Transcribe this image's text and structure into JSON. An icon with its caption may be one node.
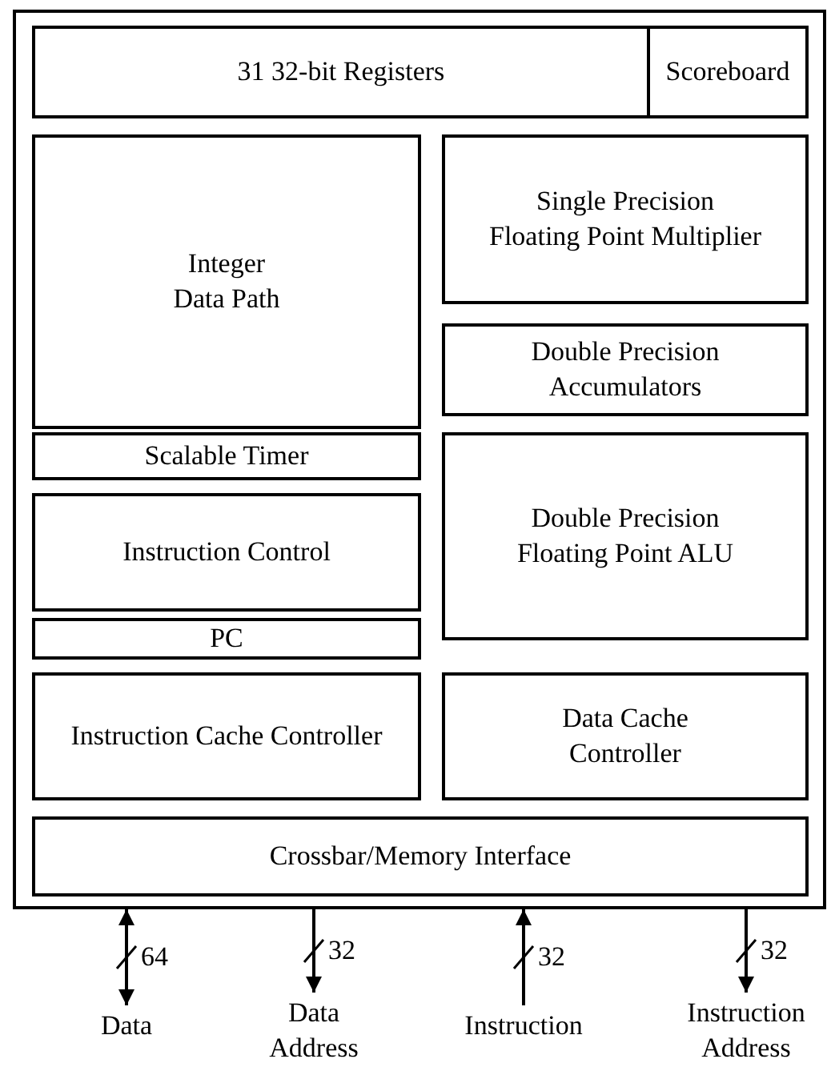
{
  "diagram": {
    "nodes": [
      {
        "text": [],
        "shape": "box"
      },
      {
        "text": [
          "31 32-bit Registers"
        ],
        "in": 0
      },
      {
        "text": [
          "Scoreboard"
        ],
        "in": 0
      },
      {
        "text": [
          "Integer Data Path"
        ],
        "in": 0
      },
      {
        "text": [
          "Single Precision Floating Point Multiplier"
        ],
        "in": 0
      },
      {
        "text": [
          "Double Precision Accumulators"
        ],
        "in": 0
      },
      {
        "text": [
          "Scalable Timer"
        ],
        "in": 0
      },
      {
        "text": [
          "Instruction Control"
        ],
        "in": 0
      },
      {
        "text": [
          "Double Precision Floating Point ALU"
        ],
        "in": 0
      },
      {
        "text": [
          "PC"
        ],
        "in": 0
      },
      {
        "text": [
          "Instruction Cache Controller"
        ],
        "in": 0
      },
      {
        "text": [
          "Data Cache Controller"
        ],
        "in": 0
      },
      {
        "text": [
          "Crossbar/Memory Interface"
        ],
        "in": 0
      },
      {
        "text": [
          "Data"
        ]
      },
      {
        "text": [
          "Data Address"
        ]
      },
      {
        "text": [
          "Instruction"
        ]
      },
      {
        "text": [
          "Instruction Address"
        ]
      }
    ],
    "edges": [
      {
        "from": 0,
        "to": 13,
        "arrow": "both",
        "label": "64"
      },
      {
        "from": 0,
        "to": 14,
        "arrow": "to",
        "label": "32"
      },
      {
        "from": 15,
        "to": 0,
        "arrow": "to",
        "label": "32"
      },
      {
        "from": 0,
        "to": 16,
        "arrow": "to",
        "label": "32"
      }
    ]
  }
}
